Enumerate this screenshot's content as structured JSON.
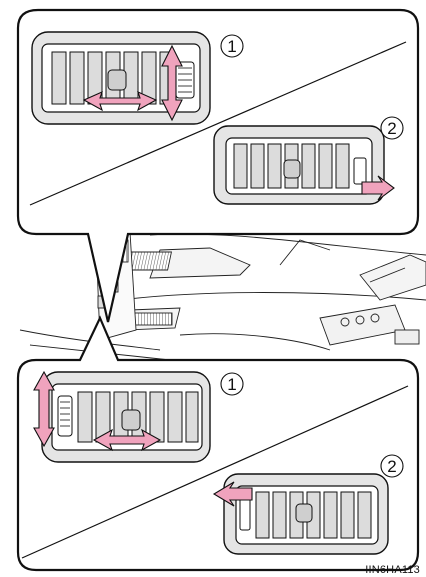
{
  "figure": {
    "top_panel": {
      "step_1_label": "1",
      "step_2_label": "2"
    },
    "bottom_panel": {
      "step_1_label": "1",
      "step_2_label": "2"
    },
    "figure_code": "IIN6HA113"
  },
  "colors": {
    "arrow_fill": "#f0a3bd",
    "vent_fill": "#e8e8e8",
    "outline": "#111111"
  }
}
